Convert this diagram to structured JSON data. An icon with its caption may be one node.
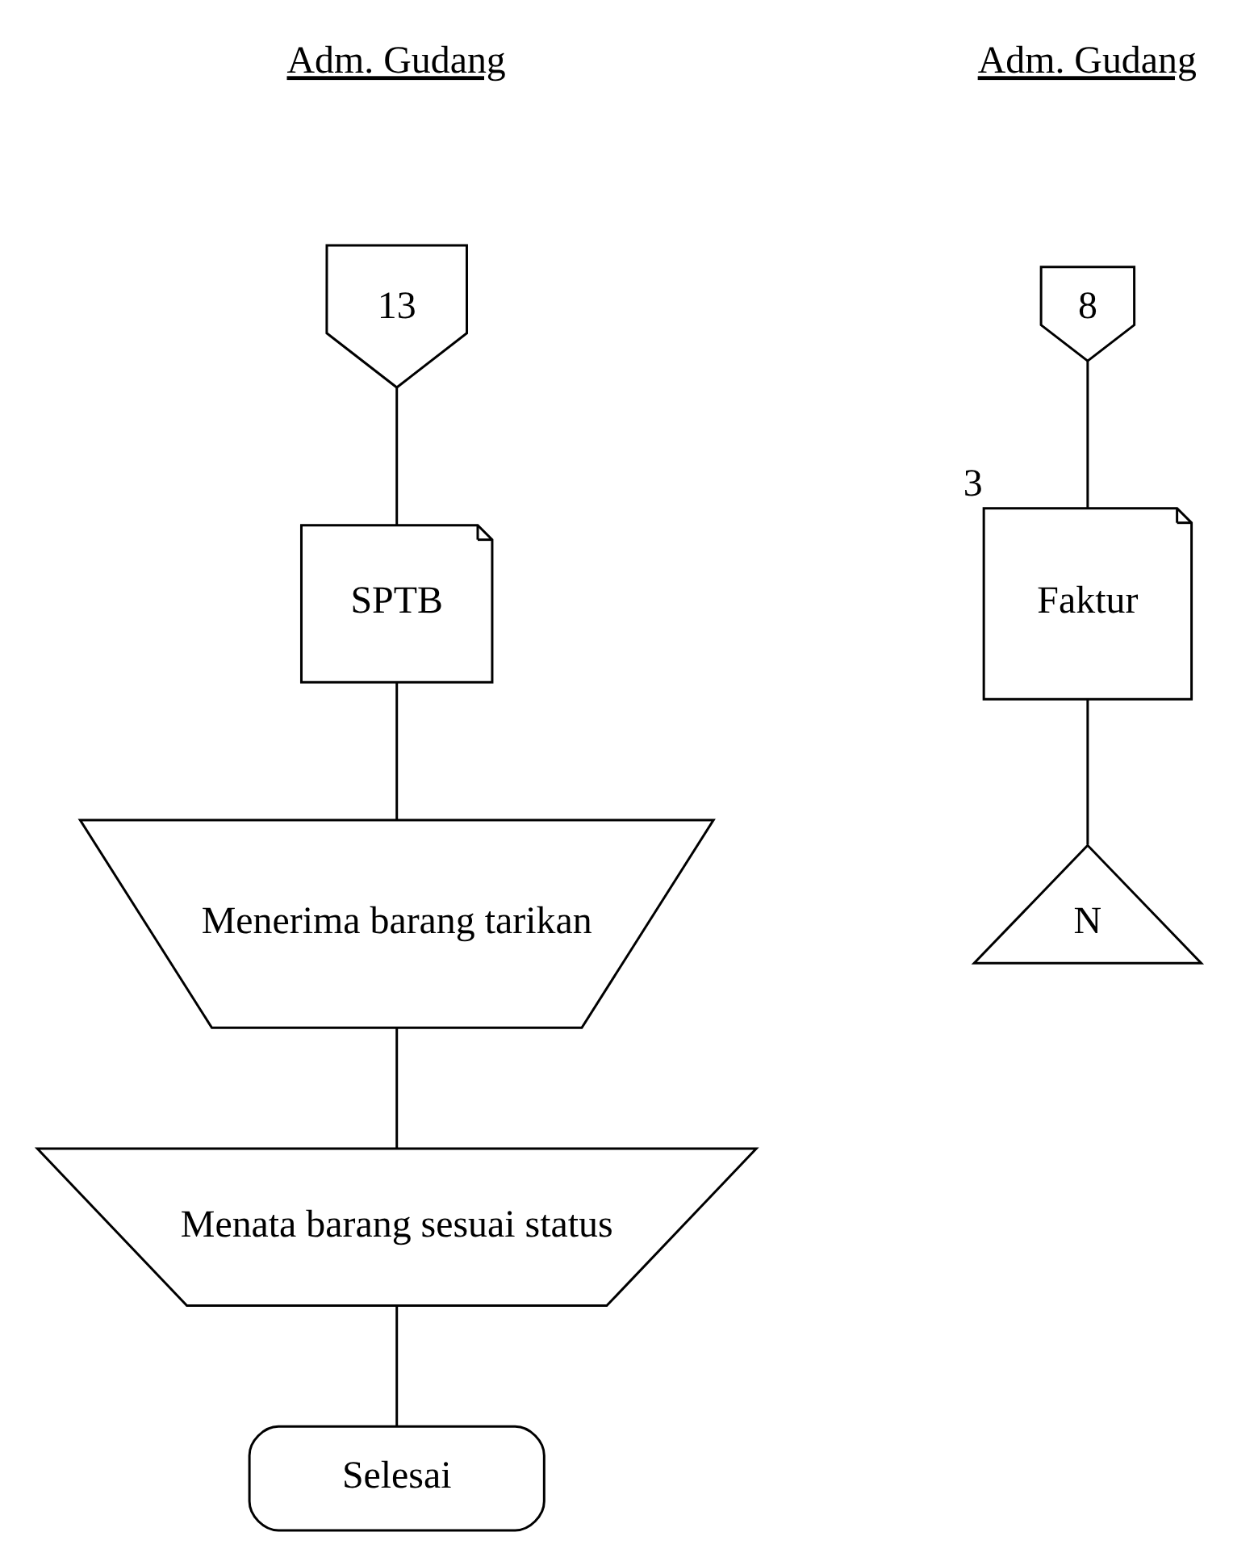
{
  "diagram": {
    "nodes": [
      {
        "text": [
          "13"
        ]
      },
      {
        "text": [
          "SPTB"
        ]
      },
      {
        "text": [
          "Menerima barang tarikan"
        ]
      },
      {
        "text": [
          "Menata barang sesuai status"
        ]
      },
      {
        "text": [
          "Selesai"
        ]
      },
      {
        "text": [
          "8"
        ]
      },
      {
        "text": [
          "Faktur"
        ],
        "beside": [
          "3"
        ]
      },
      {
        "text": [
          "N"
        ]
      }
    ],
    "edges": [
      {
        "from": 0,
        "to": 1,
        "arrow": "none"
      },
      {
        "from": 1,
        "to": 2,
        "arrow": "none"
      },
      {
        "from": 2,
        "to": 3,
        "arrow": "none"
      },
      {
        "from": 3,
        "to": 4,
        "arrow": "none"
      },
      {
        "from": 5,
        "to": 6,
        "arrow": "none"
      },
      {
        "from": 6,
        "to": 7,
        "arrow": "none"
      }
    ],
    "labels": [
      "Adm. Gudang",
      "Adm. Gudang"
    ]
  }
}
